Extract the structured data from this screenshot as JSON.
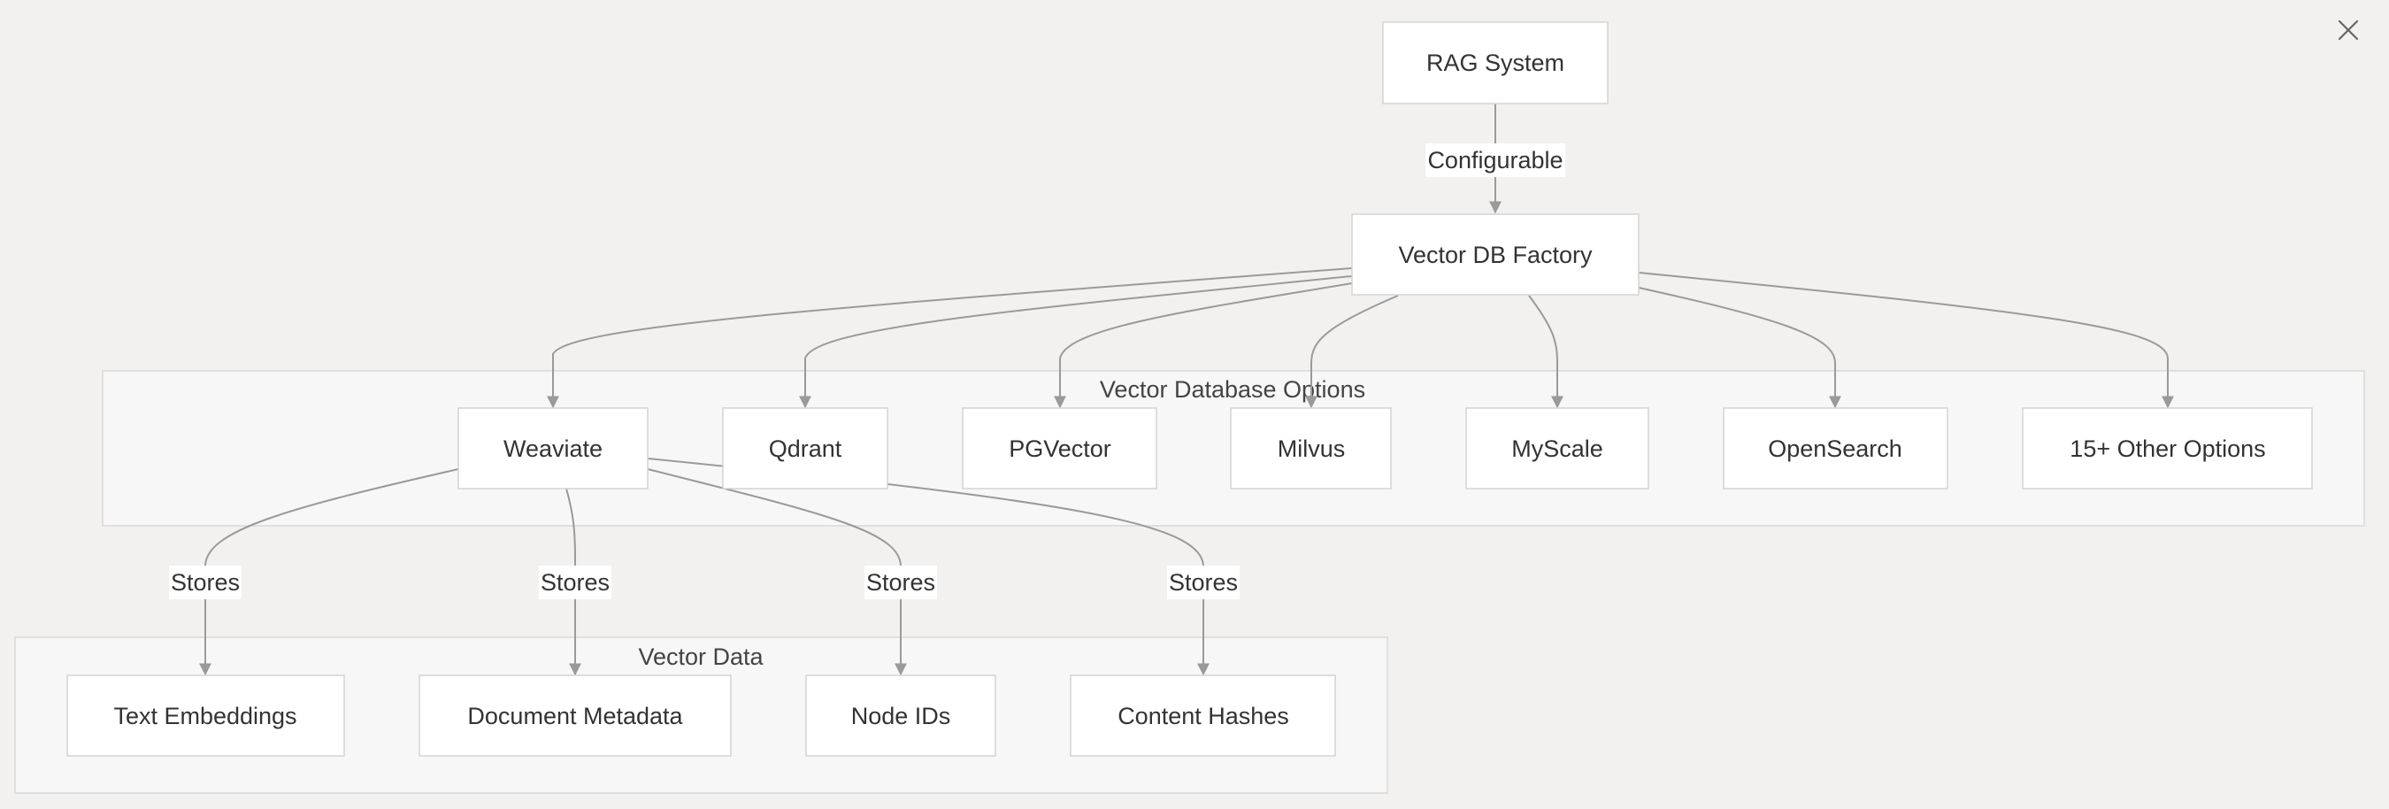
{
  "diagram": {
    "clusters": {
      "options": {
        "title": "Vector Database Options"
      },
      "data": {
        "title": "Vector Data"
      }
    },
    "nodes": {
      "rag": "RAG System",
      "factory": "Vector DB Factory",
      "weaviate": "Weaviate",
      "qdrant": "Qdrant",
      "pgvector": "PGVector",
      "milvus": "Milvus",
      "myscale": "MyScale",
      "opensearch": "OpenSearch",
      "other": "15+ Other Options",
      "embeddings": "Text Embeddings",
      "metadata": "Document Metadata",
      "nodeids": "Node IDs",
      "hashes": "Content Hashes"
    },
    "edge_labels": {
      "configurable": "Configurable",
      "stores_embeddings": "Stores",
      "stores_metadata": "Stores",
      "stores_nodeids": "Stores",
      "stores_hashes": "Stores"
    },
    "icons": {
      "close": "close-icon"
    },
    "colors": {
      "background": "#f2f1ef",
      "node_fill": "#ffffff",
      "edge": "#9a9a9a",
      "cluster_fill": "#f7f7f7"
    }
  }
}
